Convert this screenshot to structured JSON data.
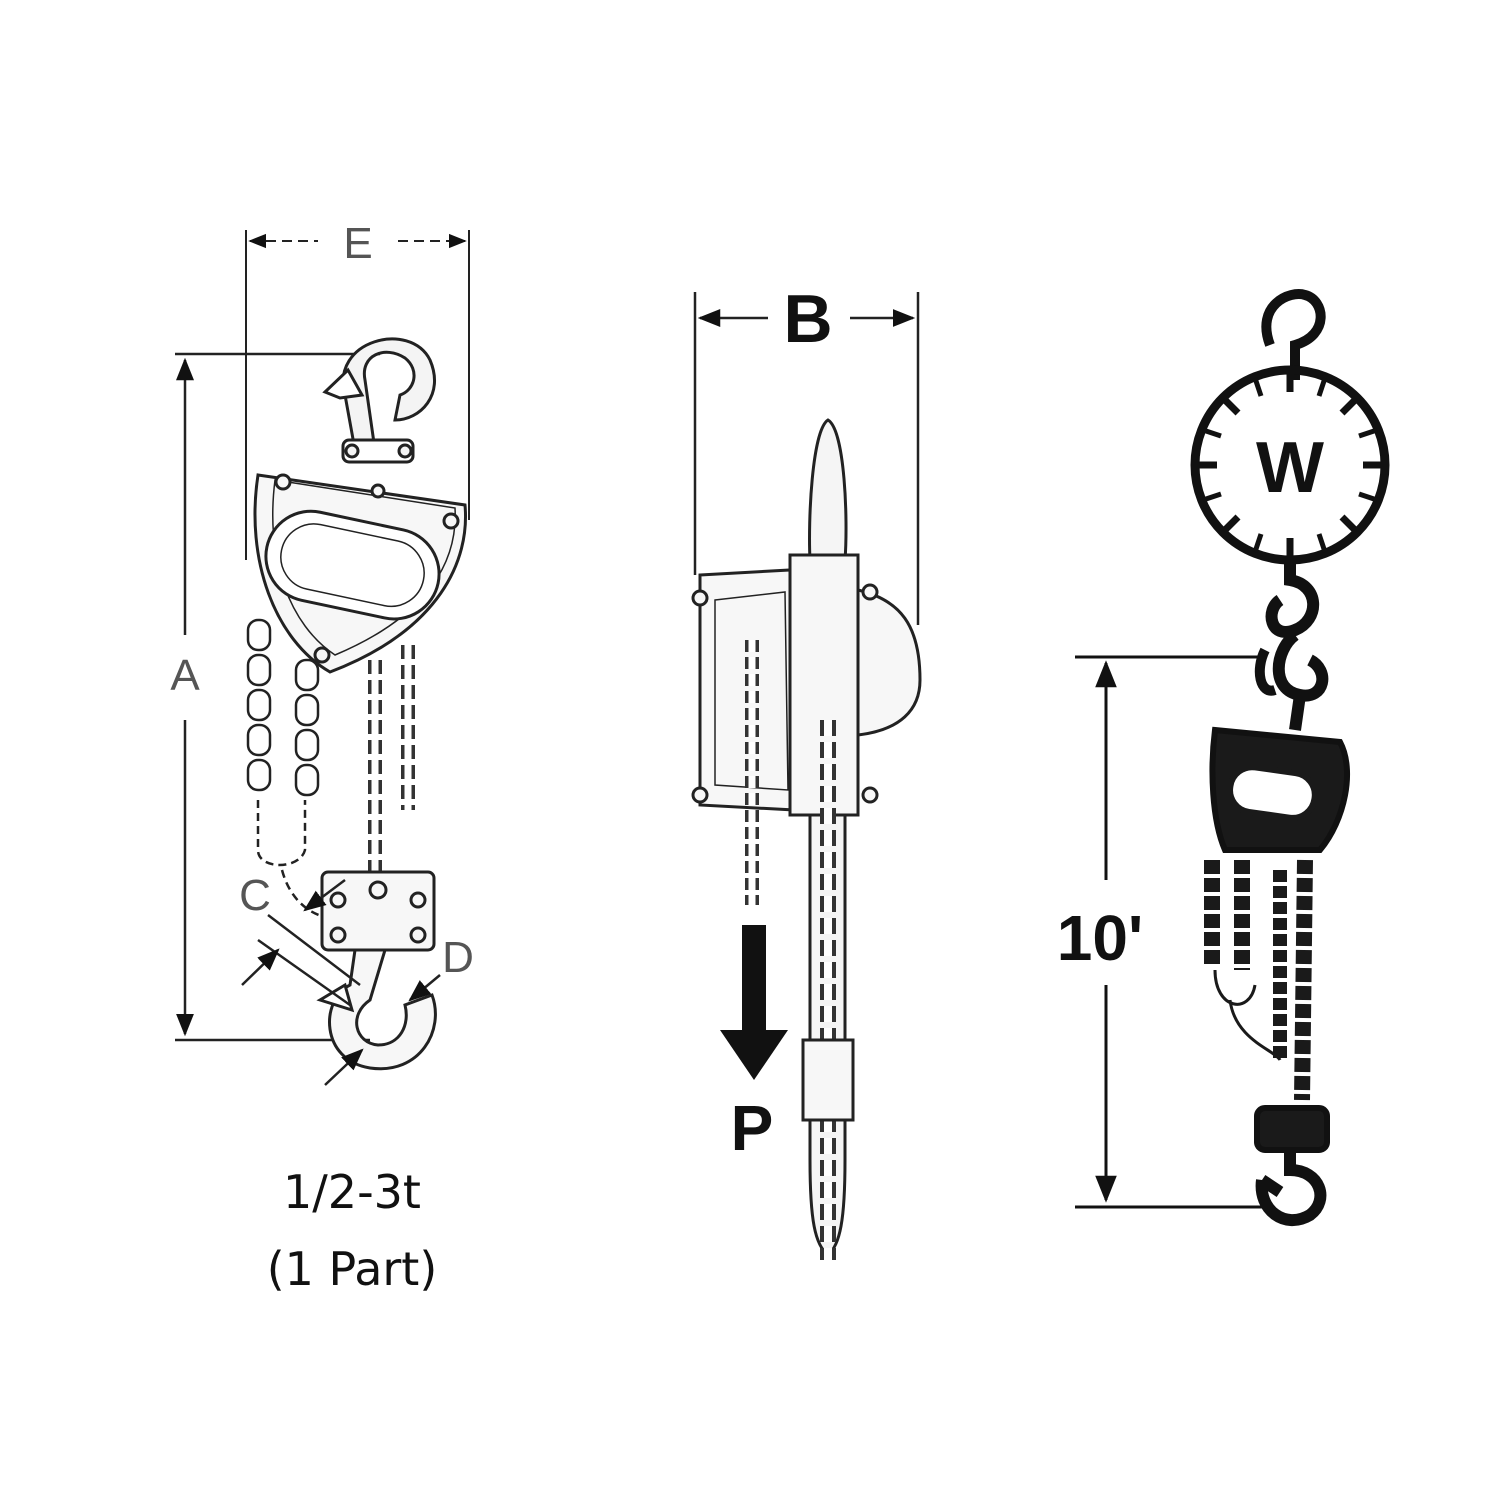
{
  "front_view": {
    "dim_E": "E",
    "dim_A": "A",
    "dim_C": "C",
    "dim_D": "D",
    "caption_line1": "1/2-3t",
    "caption_line2": "(1 Part)"
  },
  "side_view": {
    "dim_B": "B",
    "pull_label": "P"
  },
  "test_view": {
    "scale_label": "W",
    "height_label": "10'"
  },
  "colors": {
    "line": "#222222",
    "dim_line": "#111111",
    "fill_light": "#f2f2f2",
    "fill_dark": "#1a1a1a"
  }
}
